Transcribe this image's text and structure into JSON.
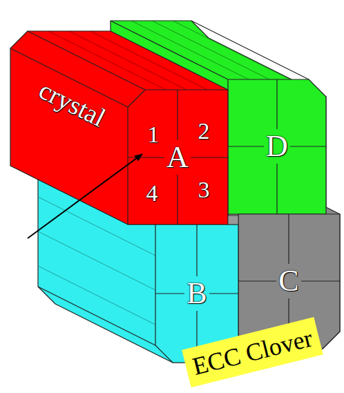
{
  "diagram": {
    "nodes": [
      {
        "text": [
          "A"
        ]
      },
      {
        "text": [
          "D"
        ]
      },
      {
        "text": [
          "B"
        ]
      },
      {
        "text": [
          "C"
        ]
      },
      {
        "text": [
          "ECC Clover"
        ]
      }
    ],
    "labels": [
      "crystal",
      "1",
      "2",
      "3",
      "4"
    ]
  }
}
